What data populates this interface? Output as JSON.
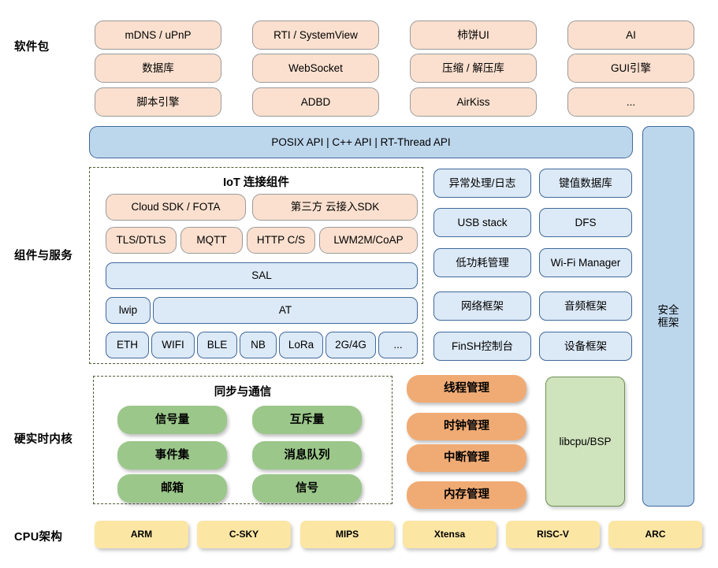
{
  "diagram": {
    "title": "RT-Thread architecture",
    "colors": {
      "peach": "#fbe0cf",
      "blue": "#bcd6ec",
      "blue_light": "#dce9f6",
      "green": "#9bc78a",
      "green_pale": "#cfe3bd",
      "orange": "#f0ab74",
      "yellow": "#fce6a4",
      "dash_border": "#4d5e33",
      "blue_border": "#41699b"
    }
  },
  "section_labels": {
    "software_packages": "软件包",
    "components_services": "组件与服务",
    "hard_realtime_kernel": "硬实时内核",
    "cpu_architecture": "CPU架构"
  },
  "software_packages": {
    "columns": [
      [
        "mDNS / uPnP",
        "数据库",
        "脚本引擎"
      ],
      [
        "RTI / SystemView",
        "WebSocket",
        "ADBD"
      ],
      [
        "柿饼UI",
        "压缩 / 解压库",
        "AirKiss"
      ],
      [
        "AI",
        "GUI引擎",
        "..."
      ]
    ]
  },
  "api_bar": {
    "label": "POSIX API  |  C++ API  |  RT-Thread API"
  },
  "iot_group": {
    "title": "IoT 连接组件",
    "row_cloud": [
      "Cloud SDK / FOTA",
      "第三方 云接入SDK"
    ],
    "row_protocols": [
      "TLS/DTLS",
      "MQTT",
      "HTTP C/S",
      "LWM2M/CoAP"
    ],
    "sal": "SAL",
    "row_stack": [
      "lwip",
      "AT"
    ],
    "row_links": [
      "ETH",
      "WIFI",
      "BLE",
      "NB",
      "LoRa",
      "2G/4G",
      "..."
    ]
  },
  "components": {
    "col_left": [
      "异常处理/日志",
      "USB stack",
      "低功耗管理",
      "网络框架",
      "FinSH控制台"
    ],
    "col_right": [
      "键值数据库",
      "DFS",
      "Wi-Fi Manager",
      "音频框架",
      "设备框架"
    ]
  },
  "security_framework": {
    "label": "安全\n框架"
  },
  "kernel": {
    "sync_group_title": "同步与通信",
    "sync_col_left": [
      "信号量",
      "事件集",
      "邮箱"
    ],
    "sync_col_right": [
      "互斥量",
      "消息队列",
      "信号"
    ],
    "managers": [
      "线程管理",
      "时钟管理",
      "中断管理",
      "内存管理"
    ],
    "libcpu": "libcpu/BSP"
  },
  "cpu_architectures": [
    "ARM",
    "C-SKY",
    "MIPS",
    "Xtensa",
    "RISC-V",
    "ARC"
  ]
}
